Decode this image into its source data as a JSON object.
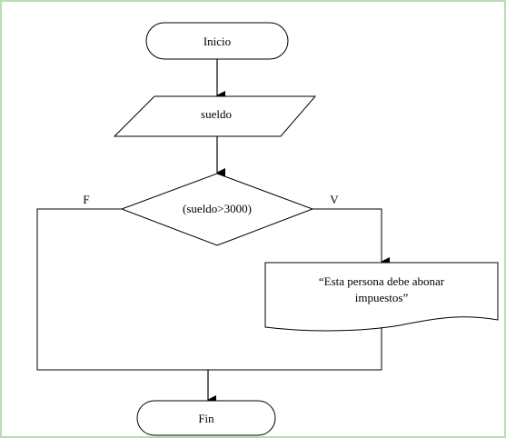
{
  "flowchart": {
    "start_label": "Inicio",
    "input_label": "sueldo",
    "decision_label": "(sueldo>3000)",
    "false_label": "F",
    "true_label": "V",
    "output_line1": "“Esta persona debe abonar",
    "output_line2": "impuestos”",
    "end_label": "Fin"
  },
  "colors": {
    "frame_border": "#b7ddb0",
    "stroke": "#000000",
    "fill": "#ffffff"
  }
}
